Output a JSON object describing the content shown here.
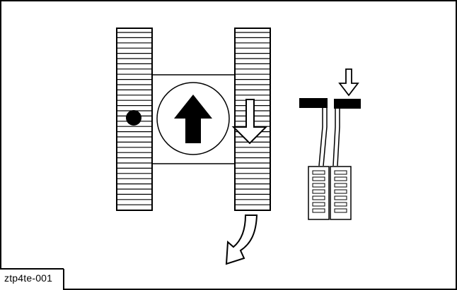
{
  "figure": {
    "id_label": "ztp4te-001"
  },
  "colors": {
    "ink": "#000000",
    "paper": "#ffffff"
  },
  "diagram": {
    "tracks": [
      {
        "side": "left",
        "rotation": "stationary",
        "marker": "dot"
      },
      {
        "side": "right",
        "rotation": "reverse",
        "marker": "down-arrow"
      }
    ],
    "machine_direction": "forward",
    "turn_direction": "turning-arrow-down-left",
    "pedals": {
      "count": 2,
      "pressed": "right"
    },
    "icons": [
      "up-arrow-icon",
      "down-arrow-icon",
      "curved-arrow-icon",
      "dot-icon"
    ]
  }
}
